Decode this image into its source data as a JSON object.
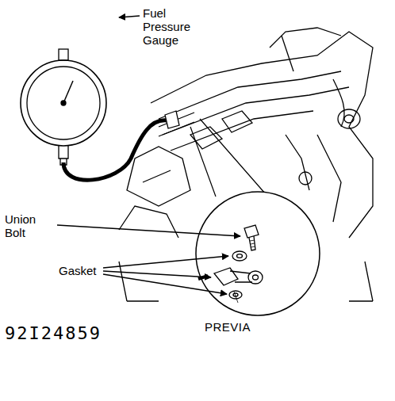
{
  "diagram": {
    "labels": [
      "Fuel Pressure Gauge",
      "Union Bolt",
      "Gasket",
      "92I24859",
      "PREVIA"
    ]
  }
}
